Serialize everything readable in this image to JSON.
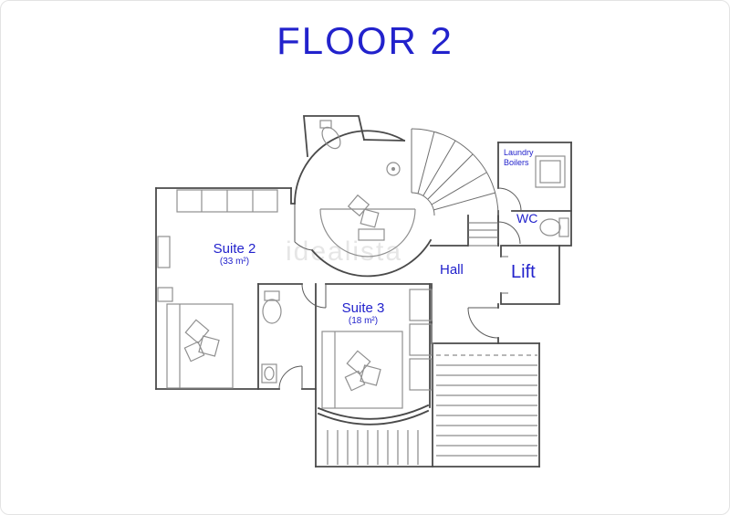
{
  "title": "FLOOR 2",
  "watermark": "idealista",
  "labels": {
    "suite2": {
      "name": "Suite 2",
      "area": "(33 m²)"
    },
    "suite3": {
      "name": "Suite 3",
      "area": "(18 m²)"
    },
    "hall": "Hall",
    "lift": "Lift",
    "wc": "WC",
    "laundry_line1": "Laundry",
    "laundry_line2": "Boilers"
  },
  "colors": {
    "accent": "#2222cc",
    "wall": "#4a4a4a",
    "furniture": "#8f8f8f",
    "watermark": "#c9c9c9"
  }
}
